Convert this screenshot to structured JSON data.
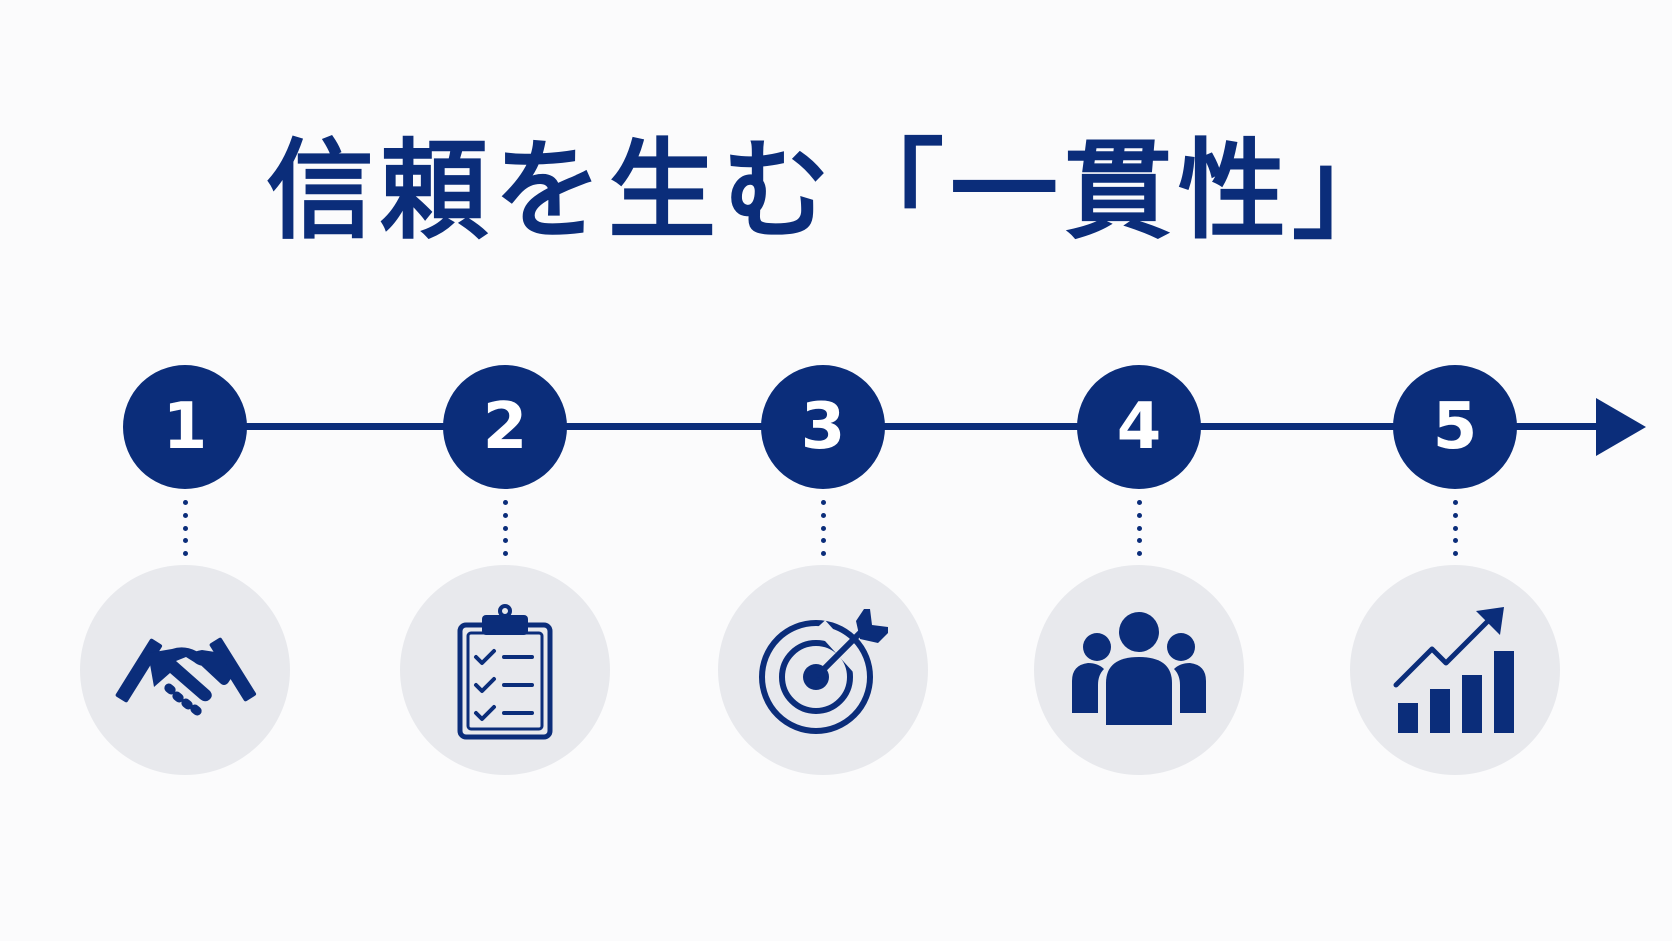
{
  "title": "信頼を生む「一貫性」",
  "colors": {
    "primary": "#0b2d7a",
    "icon_bg": "#e8e9ed",
    "background": "#fbfbfc"
  },
  "steps": [
    {
      "number": "1",
      "icon": "handshake-icon"
    },
    {
      "number": "2",
      "icon": "clipboard-checklist-icon"
    },
    {
      "number": "3",
      "icon": "target-arrow-icon"
    },
    {
      "number": "4",
      "icon": "people-group-icon"
    },
    {
      "number": "5",
      "icon": "growth-chart-icon"
    }
  ]
}
